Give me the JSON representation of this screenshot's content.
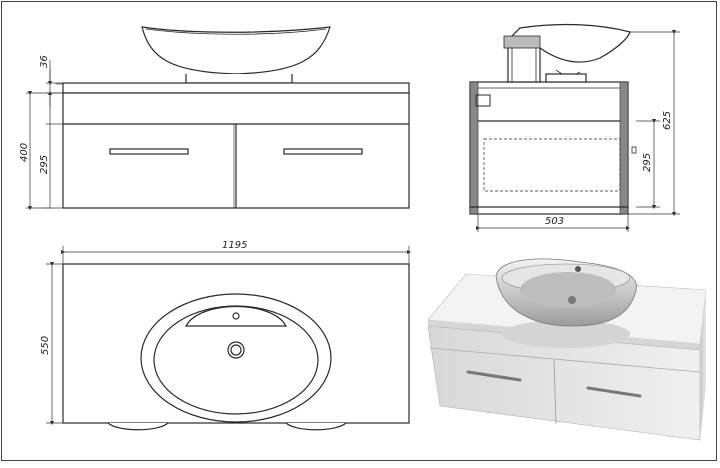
{
  "dimensions": {
    "top_thickness": "36",
    "total_height_front": "400",
    "drawer_height_front": "295",
    "total_height_side": "625",
    "drawer_height_side": "295",
    "depth": "503",
    "width": "1195",
    "plan_depth": "550"
  },
  "colors": {
    "line": "#2a2a2a",
    "render_body": "#e4e4e4",
    "render_shadow": "#bdbdbd"
  }
}
